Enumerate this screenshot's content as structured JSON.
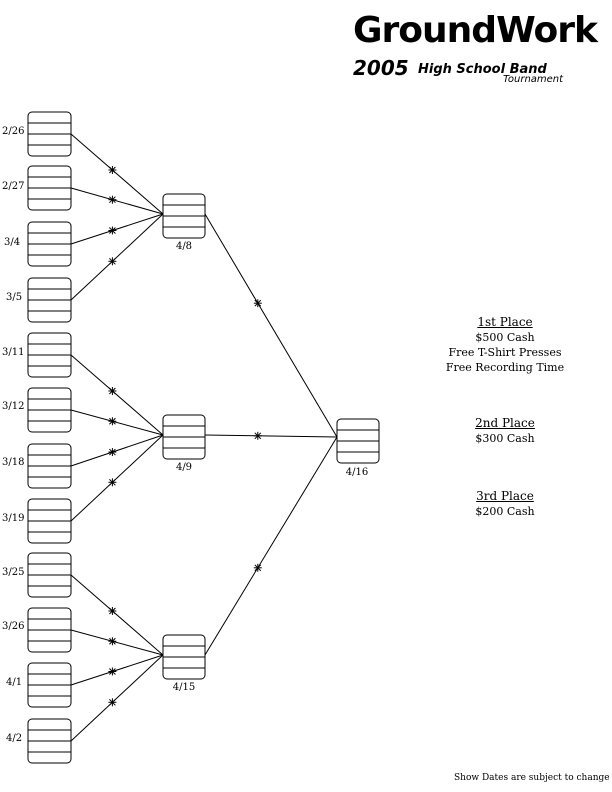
{
  "logo": {
    "title": "GroundWork",
    "year": "2005",
    "subtitle": "High School Band",
    "subtitle2": "Tournament"
  },
  "round1_dates": [
    "2/26",
    "2/27",
    "3/4",
    "3/5",
    "3/11",
    "3/12",
    "3/18",
    "3/19",
    "3/25",
    "3/26",
    "4/1",
    "4/2"
  ],
  "round2_dates": [
    "4/8",
    "4/9",
    "4/15"
  ],
  "final_date": "4/16",
  "prizes": [
    {
      "title": "1st Place",
      "lines": [
        "$500 Cash",
        "Free T-Shirt Presses",
        "Free Recording Time"
      ]
    },
    {
      "title": "2nd Place",
      "lines": [
        "$300 Cash"
      ]
    },
    {
      "title": "3rd Place",
      "lines": [
        "$200 Cash"
      ]
    }
  ],
  "footer": "Show Dates are subject to change"
}
